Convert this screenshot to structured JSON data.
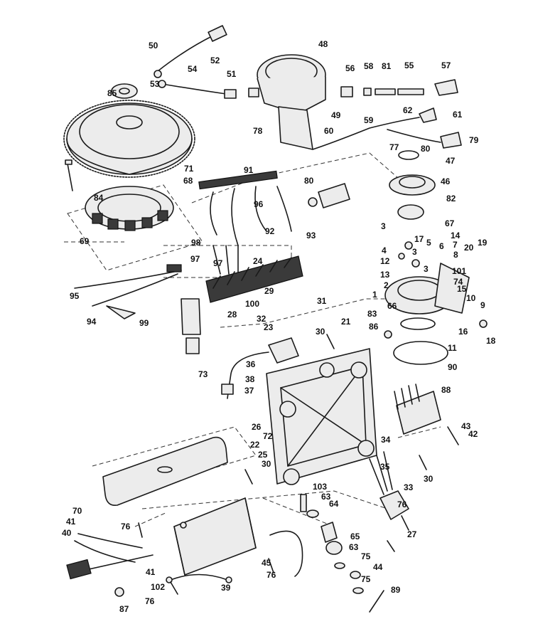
{
  "callouts": [
    "1",
    "2",
    "3",
    "3",
    "3",
    "4",
    "5",
    "6",
    "7",
    "8",
    "9",
    "10",
    "11",
    "12",
    "13",
    "14",
    "15",
    "16",
    "17",
    "18",
    "19",
    "20",
    "21",
    "22",
    "23",
    "24",
    "25",
    "26",
    "27",
    "28",
    "29",
    "30",
    "30",
    "30",
    "31",
    "32",
    "33",
    "34",
    "35",
    "36",
    "37",
    "38",
    "39",
    "40",
    "41",
    "41",
    "42",
    "43",
    "44",
    "45",
    "46",
    "47",
    "48",
    "49",
    "50",
    "51",
    "52",
    "53",
    "54",
    "55",
    "56",
    "57",
    "58",
    "59",
    "60",
    "61",
    "62",
    "63",
    "63",
    "64",
    "65",
    "66",
    "67",
    "68",
    "69",
    "70",
    "71",
    "72",
    "73",
    "74",
    "75",
    "75",
    "76",
    "76",
    "76",
    "76",
    "77",
    "78",
    "79",
    "80",
    "80",
    "81",
    "82",
    "83",
    "84",
    "85",
    "86",
    "87",
    "88",
    "89",
    "90",
    "91",
    "92",
    "93",
    "94",
    "95",
    "96",
    "97",
    "97",
    "98",
    "99",
    "100",
    "101",
    "102",
    "103"
  ]
}
